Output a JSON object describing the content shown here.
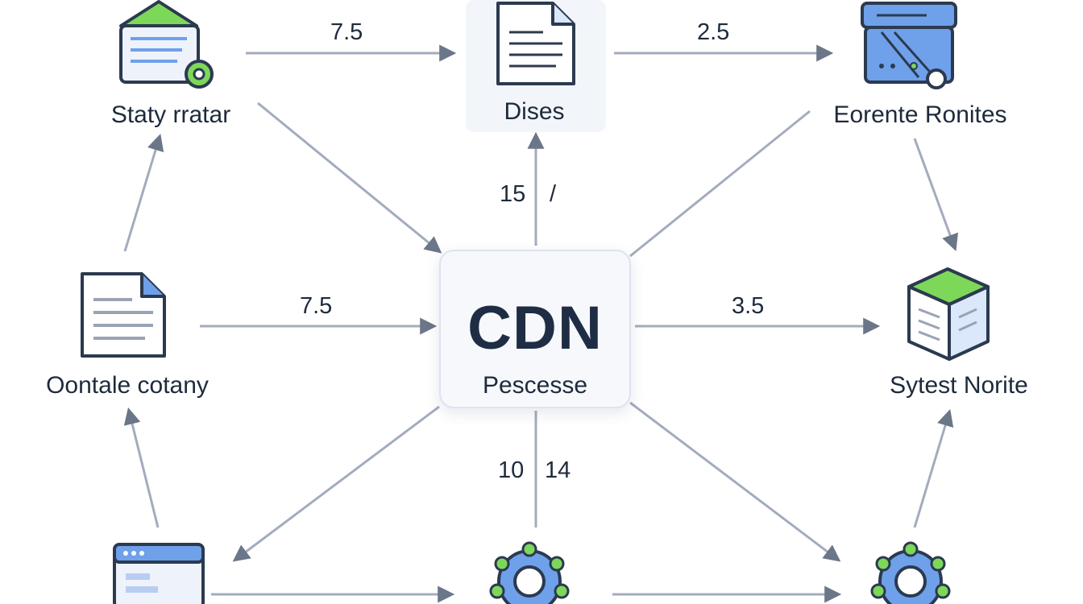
{
  "center": {
    "title": "CDN",
    "subtitle": "Pescesse"
  },
  "nodes": {
    "top_left": "Staty rratar",
    "top_center": "Dises",
    "top_right": "Eorente Ronites",
    "mid_left": "Oontale cotany",
    "mid_right": "Sytest Norite"
  },
  "edges": {
    "top_left_to_top_center": "7.5",
    "top_center_to_top_right": "2.5",
    "center_to_top_center_a": "15",
    "center_to_top_center_b": "/",
    "mid_left_to_center": "7.5",
    "center_to_mid_right": "3.5",
    "center_to_bottom_a": "10",
    "center_to_bottom_b": "14"
  },
  "colors": {
    "arrow": "#9aa3b5",
    "arrow_head": "#6b7689",
    "icon_outline": "#2b3a4f",
    "green": "#7dd85a",
    "blue": "#6fa0ea",
    "light_blue": "#dbe7fb"
  }
}
